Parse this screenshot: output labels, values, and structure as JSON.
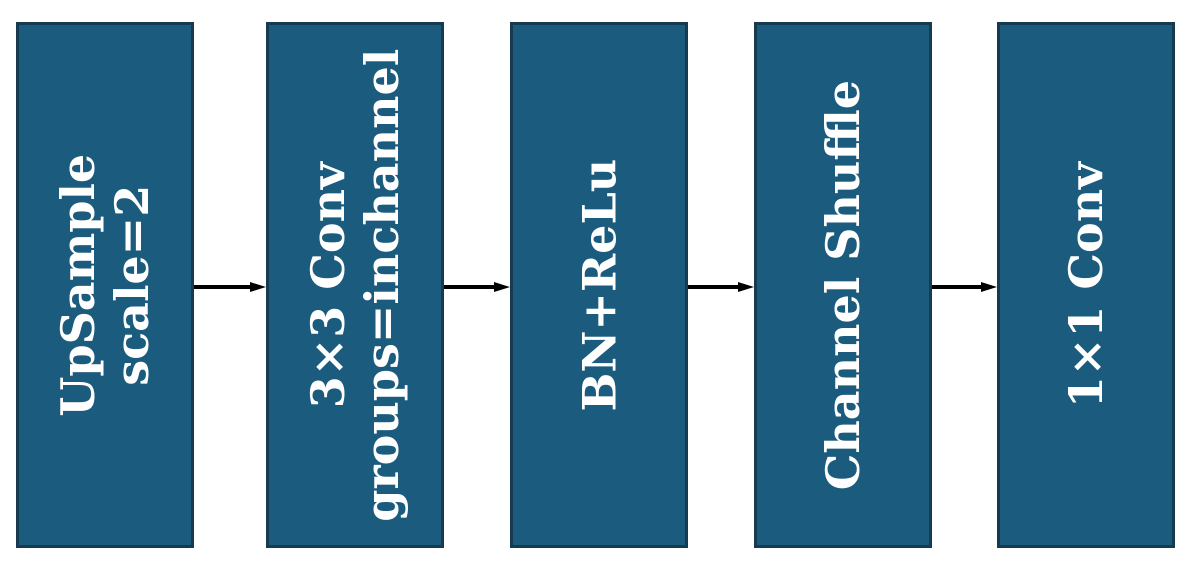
{
  "blocks": [
    {
      "lines": [
        "UpSample",
        "scale=2"
      ]
    },
    {
      "lines": [
        "3×3 Conv",
        "groups=inchannel"
      ]
    },
    {
      "lines": [
        "BN+ReLu"
      ]
    },
    {
      "lines": [
        "Channel Shuffle"
      ]
    },
    {
      "lines": [
        "1×1 Conv"
      ]
    }
  ],
  "colors": {
    "block_fill": "#1a5b7e",
    "block_border": "#163a50",
    "text": "#ffffff",
    "arrow": "#000000"
  }
}
